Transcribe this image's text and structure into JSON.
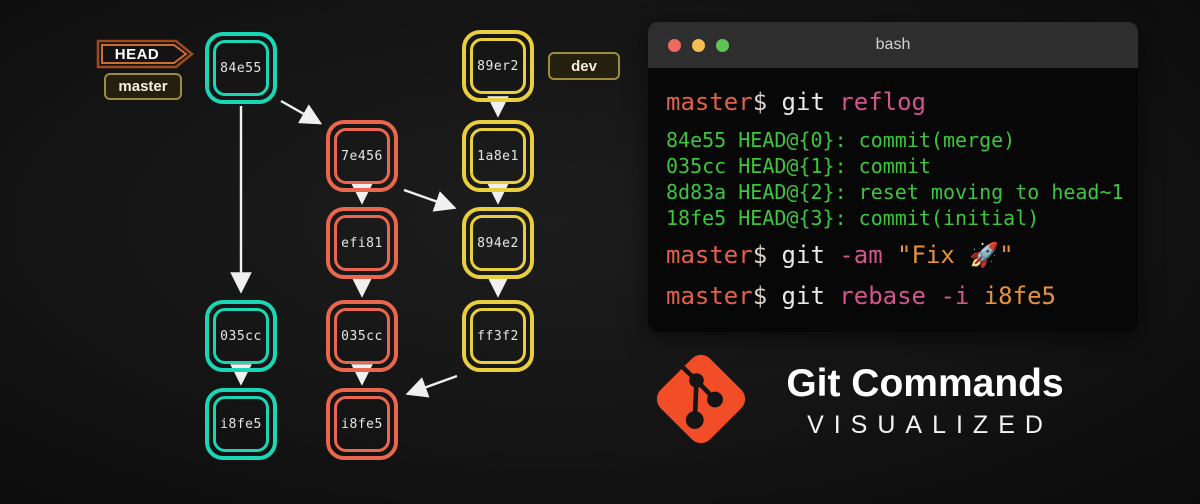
{
  "diagram": {
    "head_tag": "HEAD",
    "master_tag": "master",
    "dev_tag": "dev",
    "colors": {
      "teal": "#1bd6b5",
      "orange": "#e8674d",
      "yellow": "#e9ce3e",
      "head_border_outer": "#9c4a1e",
      "head_border_inner": "#cf6c2f",
      "branch_tag_border": "#9d8c3f",
      "arrow": "#f0f0f0"
    },
    "nodes": [
      {
        "id": "master-head",
        "label": "84e55",
        "branch_color": "teal"
      },
      {
        "id": "dev-head",
        "label": "89er2",
        "branch_color": "yellow"
      },
      {
        "id": "feature-1",
        "label": "7e456",
        "branch_color": "orange"
      },
      {
        "id": "dev-2",
        "label": "1a8e1",
        "branch_color": "yellow"
      },
      {
        "id": "feature-2",
        "label": "efi81",
        "branch_color": "orange"
      },
      {
        "id": "dev-3",
        "label": "894e2",
        "branch_color": "yellow"
      },
      {
        "id": "master-2",
        "label": "035cc",
        "branch_color": "teal"
      },
      {
        "id": "feature-3",
        "label": "035cc",
        "branch_color": "orange"
      },
      {
        "id": "dev-4",
        "label": "ff3f2",
        "branch_color": "yellow"
      },
      {
        "id": "master-root",
        "label": "i8fe5",
        "branch_color": "teal"
      },
      {
        "id": "feature-root",
        "label": "i8fe5",
        "branch_color": "orange"
      }
    ]
  },
  "terminal": {
    "title": "bash",
    "prompt": "master",
    "dollar": "$",
    "commands": {
      "c1": {
        "bin": "git",
        "sub": "reflog"
      },
      "c2": {
        "bin": "git",
        "flag": "-am",
        "arg": "\"Fix 🚀\""
      },
      "c3": {
        "bin": "git",
        "sub": "rebase -i",
        "arg": "i8fe5"
      }
    },
    "reflog": [
      "84e55 HEAD@{0}: commit(merge)",
      "035cc HEAD@{1}: commit",
      "8d83a HEAD@{2}: reset moving to head~1",
      "18fe5 HEAD@{3}: commit(initial)"
    ],
    "colors": {
      "prompt": "#e2614a",
      "command": "#e9e9e7",
      "subcommand": "#d4548e",
      "output_green": "#3fc43f",
      "argument_orange": "#e8923f",
      "titlebar_bg": "#2e2e2e",
      "body_bg": "#070707"
    }
  },
  "branding": {
    "title": "Git Commands",
    "subtitle": "VISUALIZED",
    "logo_color": "#f14e28"
  }
}
